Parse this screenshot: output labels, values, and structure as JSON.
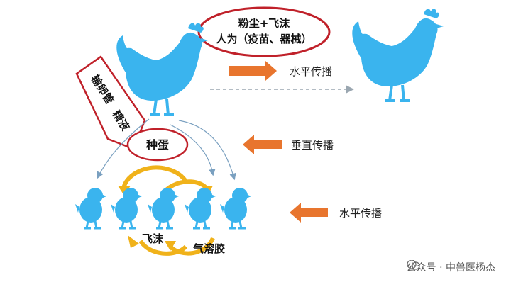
{
  "diagram": {
    "top_label": {
      "line1": "粉尘+飞沫",
      "line2": "人为（疫苗、器械）"
    },
    "oviduct_label": "输卵管",
    "semen_label": "精液",
    "egg_label": "种蛋",
    "horizontal_label_top": "水平传播",
    "vertical_label": "垂直传播",
    "horizontal_label_bottom": "水平传播",
    "droplet_label": "飞沫",
    "aerosol_label": "气溶胶"
  },
  "watermark": {
    "text": "公众号 · 中兽医杨杰"
  },
  "colors": {
    "chicken": "#3ab4ee",
    "arrow": "#e8752e",
    "ellipse": "#c0212a",
    "cycle": "#f0b21a"
  }
}
